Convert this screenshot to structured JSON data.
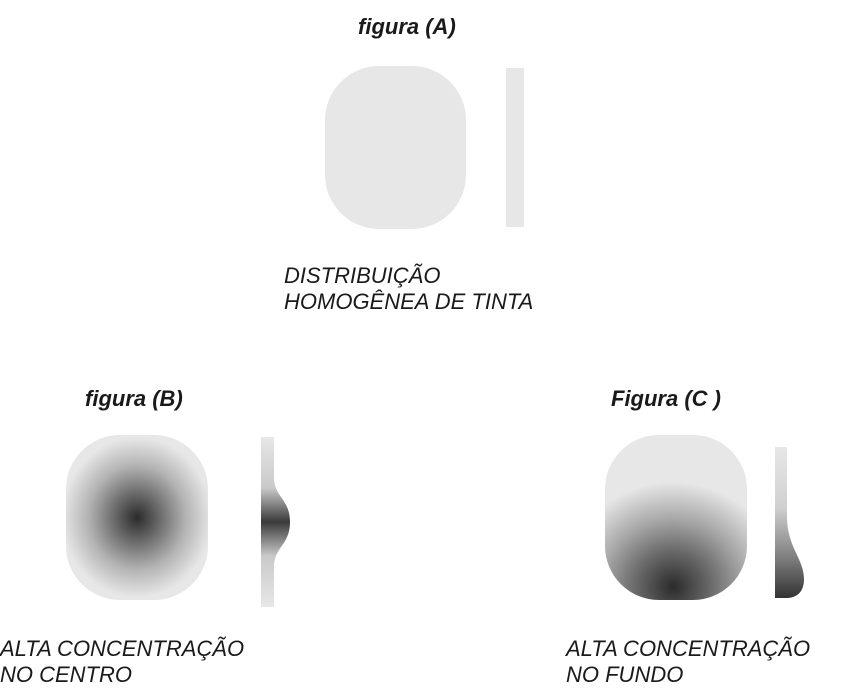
{
  "panels": {
    "a": {
      "title": "figura (A)",
      "caption_line1": "DISTRIBUIÇÃO",
      "caption_line2": "HOMOGÊNEA DE TINTA"
    },
    "b": {
      "title": "figura (B)",
      "caption_line1": "ALTA CONCENTRAÇÃO",
      "caption_line2": "NO CENTRO"
    },
    "c": {
      "title": "Figura (C )",
      "caption_line1": "ALTA CONCENTRAÇÃO",
      "caption_line2": "NO FUNDO"
    }
  },
  "colors": {
    "light": "#e6e7e6",
    "dark": "#2b2b2b",
    "text": "#1a1a1a"
  }
}
